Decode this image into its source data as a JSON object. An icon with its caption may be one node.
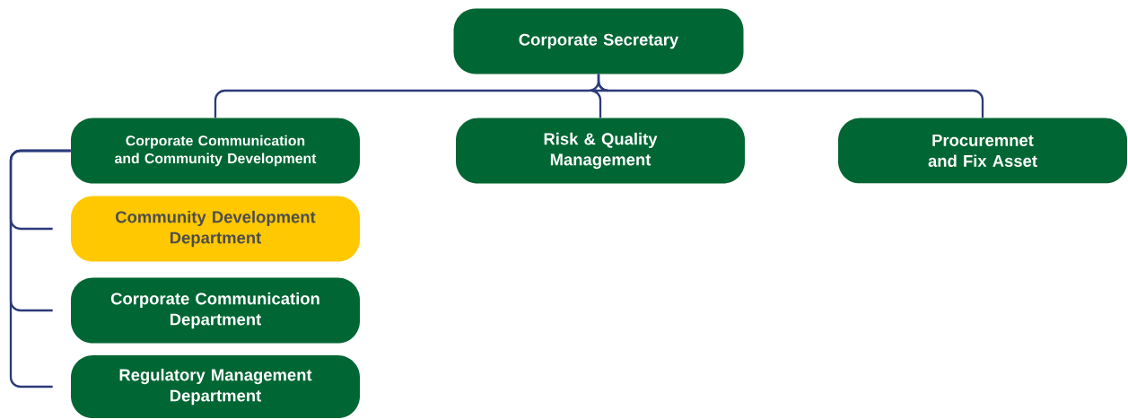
{
  "diagram": {
    "nodes": [
      {
        "text": [
          "Corporate Secretary"
        ]
      },
      {
        "text": [
          "Corporate Communication and Community Development"
        ]
      },
      {
        "text": [
          "Risk & Quality Management"
        ]
      },
      {
        "text": [
          "Procuremnet and Fix Asset"
        ]
      },
      {
        "text": [
          "Community Development Department"
        ]
      },
      {
        "text": [
          "Corporate Communication Department"
        ]
      },
      {
        "text": [
          "Regulatory Management Department"
        ]
      }
    ],
    "edges": [
      {
        "from": 0,
        "to": 1,
        "arrow": "none"
      },
      {
        "from": 0,
        "to": 2,
        "arrow": "none"
      },
      {
        "from": 0,
        "to": 3,
        "arrow": "none"
      },
      {
        "from": 1,
        "to": 4,
        "arrow": "none"
      },
      {
        "from": 1,
        "to": 5,
        "arrow": "none"
      },
      {
        "from": 1,
        "to": 6,
        "arrow": "none"
      }
    ]
  }
}
